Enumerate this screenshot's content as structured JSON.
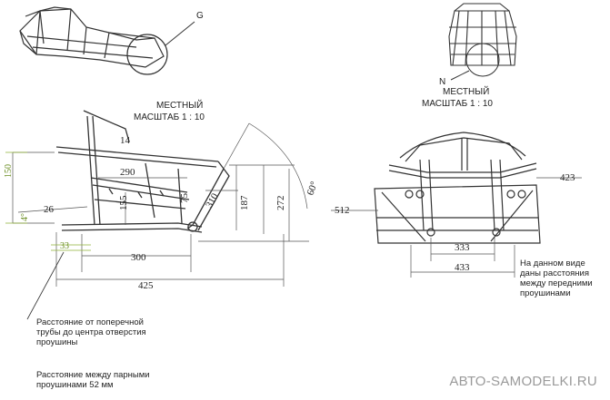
{
  "callouts": {
    "detail_g": "G",
    "detail_n": "N"
  },
  "scale_labels": {
    "side": [
      "МЕСТНЫЙ",
      "МАСШТАБ 1 : 10"
    ],
    "front": [
      "МЕСТНЫЙ",
      "МАСШТАБ 1 : 10"
    ]
  },
  "side_view_dims": {
    "d150": "150",
    "d290": "290",
    "d26": "26",
    "d4deg": "4°",
    "d155": "155",
    "d75": "75",
    "d310": "310",
    "d187": "187",
    "d272": "272",
    "d60deg": "60°",
    "d33": "33",
    "d300": "300",
    "d425": "425",
    "d14": "14"
  },
  "front_view_dims": {
    "d423": "423",
    "d512": "512",
    "d333": "333",
    "d433": "433"
  },
  "notes": {
    "front_view": [
      "На данном виде",
      "даны расстояния",
      "между передними",
      "проушинами"
    ],
    "tube_distance": [
      "Расстояние от поперечной",
      "трубы до центра отверстия",
      "проушины"
    ],
    "pair_distance": [
      "Расстояние между парными",
      "проушинами 52 мм"
    ]
  },
  "watermark": "АВТО-SAMODELKI.RU"
}
